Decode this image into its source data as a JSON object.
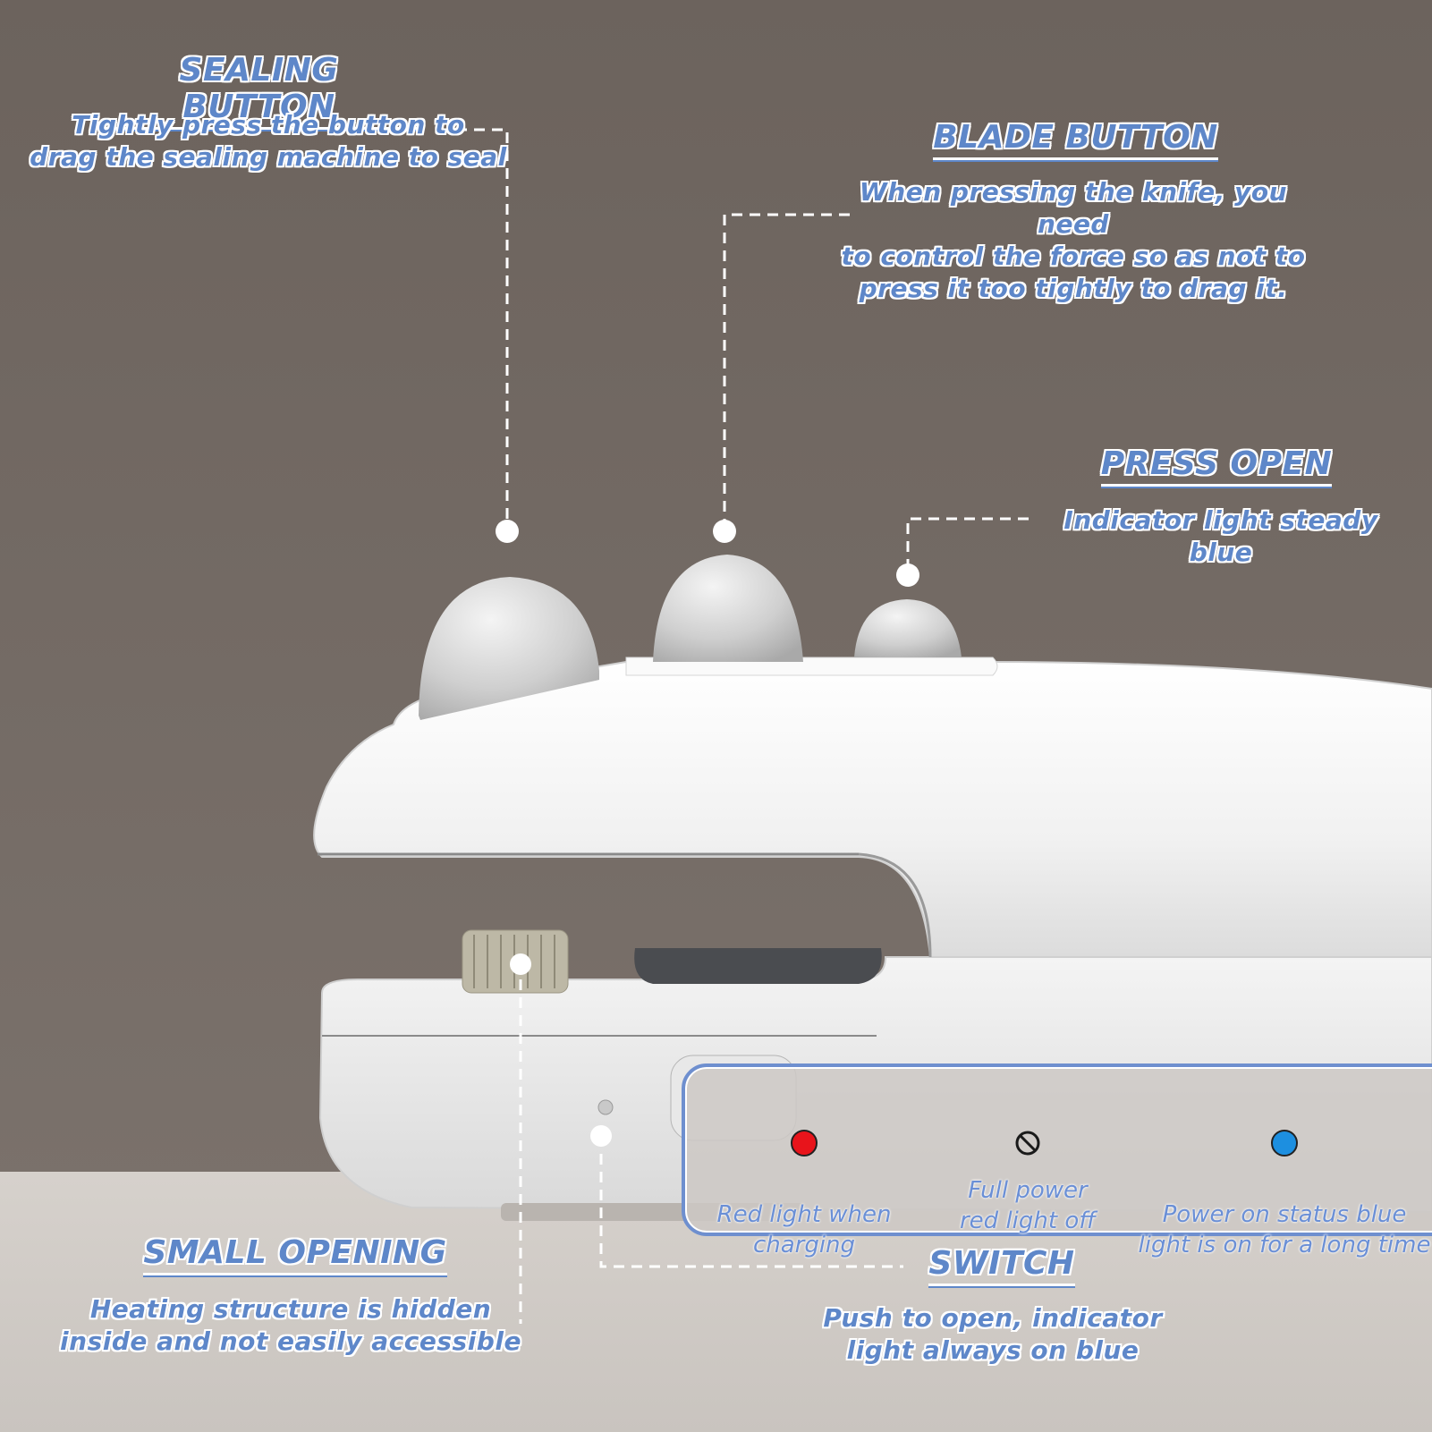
{
  "callouts": {
    "sealing": {
      "title": "SEALING BUTTON",
      "description": "Tightly press the button to\ndrag the sealing machine to seal"
    },
    "blade": {
      "title": "BLADE BUTTON",
      "description": "When pressing the knife, you need\nto control the force so as not to\npress it too tightly to drag it."
    },
    "press_open": {
      "title": "PRESS OPEN",
      "description": "Indicator light steady blue"
    },
    "small_opening": {
      "title": "SMALL OPENING",
      "description": "Heating structure is hidden\ninside and not easily accessible"
    },
    "switch": {
      "title": "SWITCH",
      "description": "Push to open, indicator\nlight always on blue"
    }
  },
  "indicator_legend": {
    "items": [
      {
        "icon": "red-light-icon",
        "color": "#e8141b",
        "label": "Red light when\ncharging"
      },
      {
        "icon": "light-off-icon",
        "color": "#1a1a1a",
        "label": "Full power\nred light off"
      },
      {
        "icon": "blue-light-icon",
        "color": "#1d8fe0",
        "label": "Power on status blue\nlight is on for a long time"
      }
    ]
  },
  "colors": {
    "accent_text": "#5e87c9",
    "background_wall": "#6e655f",
    "device_white": "#f2f2f2",
    "legend_border": "#6e8fcf"
  }
}
